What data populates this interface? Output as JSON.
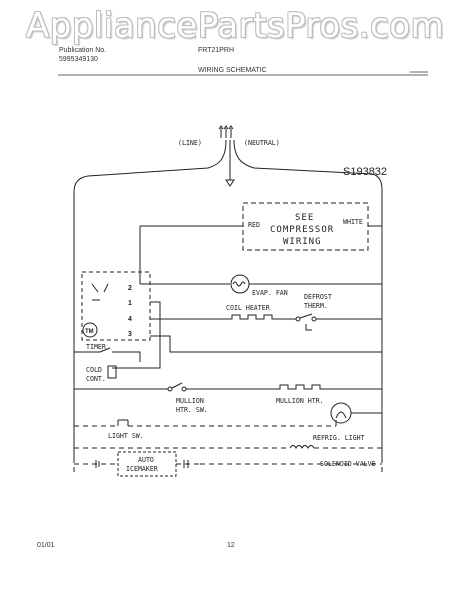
{
  "watermark": "AppliancePartsPros.com",
  "header": {
    "publication_label": "Publication No.",
    "publication_number": "5995349130",
    "model": "FRT21PRH",
    "section": "WIRING SCHEMATIC"
  },
  "diagram": {
    "id": "S193832",
    "line": "(LINE)",
    "neutral": "(NEUTRAL)",
    "compressor": [
      "SEE",
      "COMPRESSOR",
      "WIRING"
    ],
    "red": "RED",
    "white": "WHITE",
    "evap_fan": "EVAP. FAN",
    "coil_heater": "COIL HEATER",
    "defrost_therm": [
      "DEFROST",
      "THERM."
    ],
    "timer_motor": "TM",
    "terminals": [
      "2",
      "1",
      "4",
      "3"
    ],
    "timer": "TIMER",
    "cold_control": [
      "COLD",
      "CONT."
    ],
    "mullion_switch": [
      "MULLION",
      "HTR. SW."
    ],
    "mullion_heater": "MULLION HTR.",
    "light_switch": "LIGHT SW.",
    "refrig_light": "REFRIG. LIGHT",
    "auto_icemaker": [
      "AUTO",
      "ICEMAKER"
    ],
    "solenoid_valve": "SOLENOID VALVE"
  },
  "footer": {
    "date": "01/01",
    "page": "12"
  }
}
